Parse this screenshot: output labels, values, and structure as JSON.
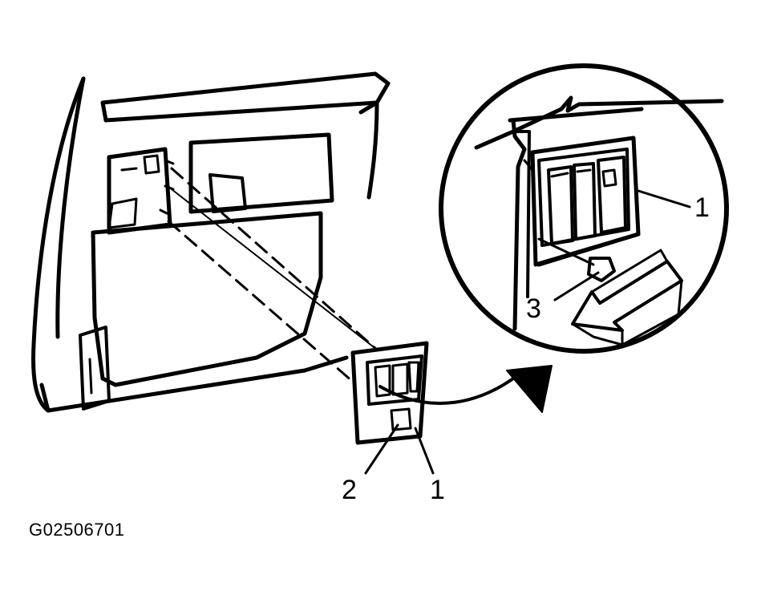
{
  "figure_id": "G02506701",
  "callouts": {
    "detail_part": "1",
    "detail_screw": "3",
    "main_connector": "2",
    "main_part": "1"
  },
  "colors": {
    "line": "#000000",
    "fill": "#ffffff"
  }
}
